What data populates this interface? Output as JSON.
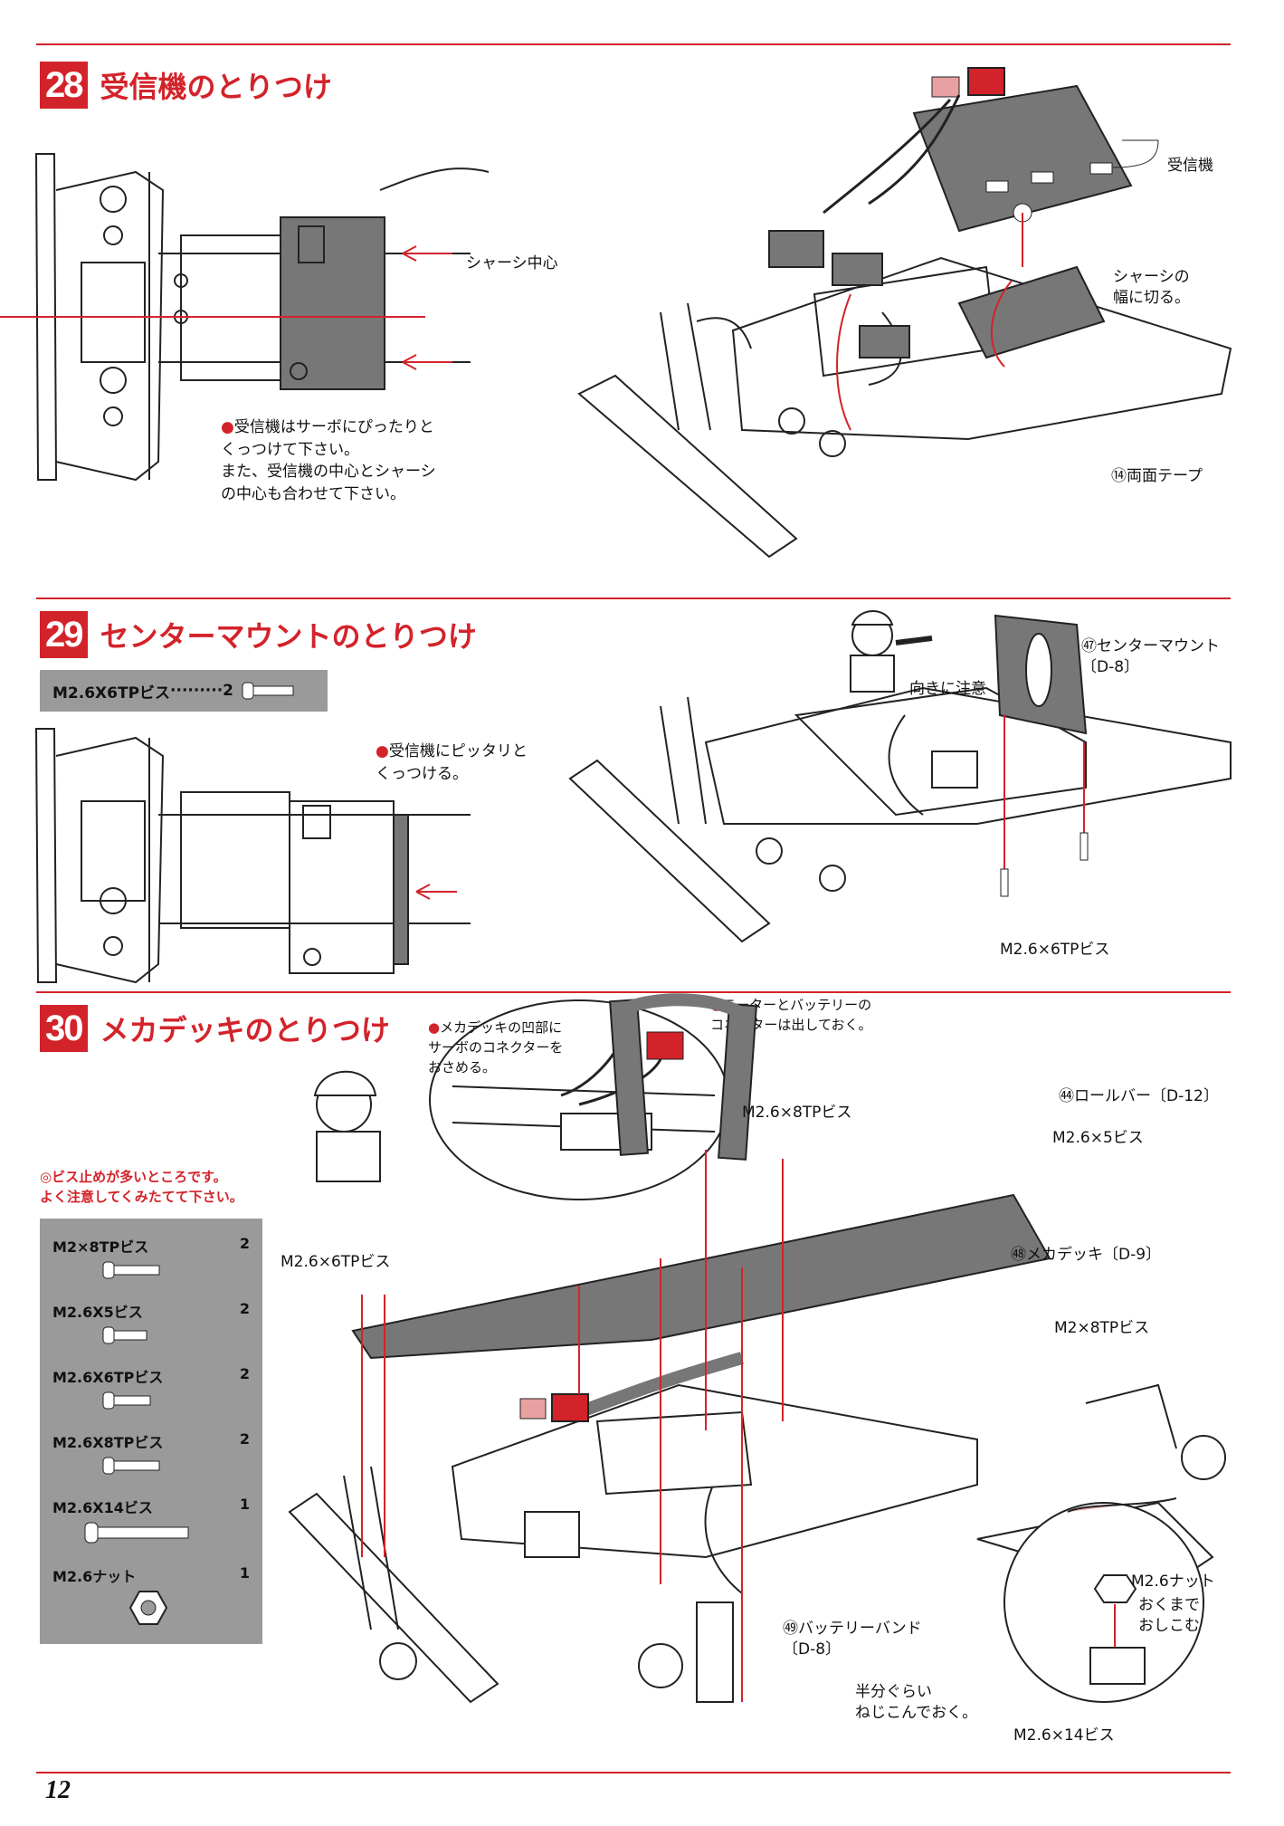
{
  "page_number": "12",
  "colors": {
    "accent": "#d3232a",
    "parts_box": "#9a9a9a",
    "component": "#777777"
  },
  "sections": [
    {
      "number": "28",
      "title": "受信機のとりつけ",
      "labels": {
        "receiver": "受信機",
        "chassis_center": "シャーシ中心",
        "cut_to_width": "シャーシの\n幅に切る。",
        "tape": "⑭両面テープ"
      },
      "note": "受信機はサーボにぴったりと\nくっつけて下さい。\nまた、受信機の中心とシャーシ\nの中心も合わせて下さい。"
    },
    {
      "number": "29",
      "title": "センターマウントのとりつけ",
      "parts": [
        {
          "name": "M2.6X6TPビス",
          "qty": "2"
        }
      ],
      "labels": {
        "center_mount": "㊼センターマウント\n〔D-8〕",
        "caution_direction": "向きに注意",
        "screw": "M2.6×6TPビス"
      },
      "note": "受信機にピッタリと\nくっつける。"
    },
    {
      "number": "30",
      "title": "メカデッキのとりつけ",
      "caution": "◎ビス止めが多いところです。\n よく注意してくみたてて下さい。",
      "parts": [
        {
          "name": "M2×8TPビス",
          "qty": "2"
        },
        {
          "name": "M2.6X5ビス",
          "qty": "2"
        },
        {
          "name": "M2.6X6TPビス",
          "qty": "2"
        },
        {
          "name": "M2.6X8TPビス",
          "qty": "2"
        },
        {
          "name": "M2.6X14ビス",
          "qty": "1"
        },
        {
          "name": "M2.6ナット",
          "qty": "1"
        }
      ],
      "notes": {
        "servo_connector": "メカデッキの凹部に\nサーボのコネクターを\nおさめる。",
        "motor_battery": "モーターとバッテリーの\nコネクターは出しておく。"
      },
      "labels": {
        "m2_8tp_top": "M2.6×8TPビス",
        "roll_bar": "㊹ロールバー〔D-12〕",
        "m2_6_5": "M2.6×5ビス",
        "m2_6_6tp": "M2.6×6TPビス",
        "mecha_deck": "㊽メカデッキ〔D-9〕",
        "m2_8tp": "M2×8TPビス",
        "nut": "M2.6ナット",
        "nut_note": "おくまで\nおしこむ",
        "battery_band": "㊾バッテリーバンド\n〔D-8〕",
        "half_screw": "半分ぐらい\nねじこんでおく。",
        "m2_6_14": "M2.6×14ビス"
      }
    }
  ]
}
